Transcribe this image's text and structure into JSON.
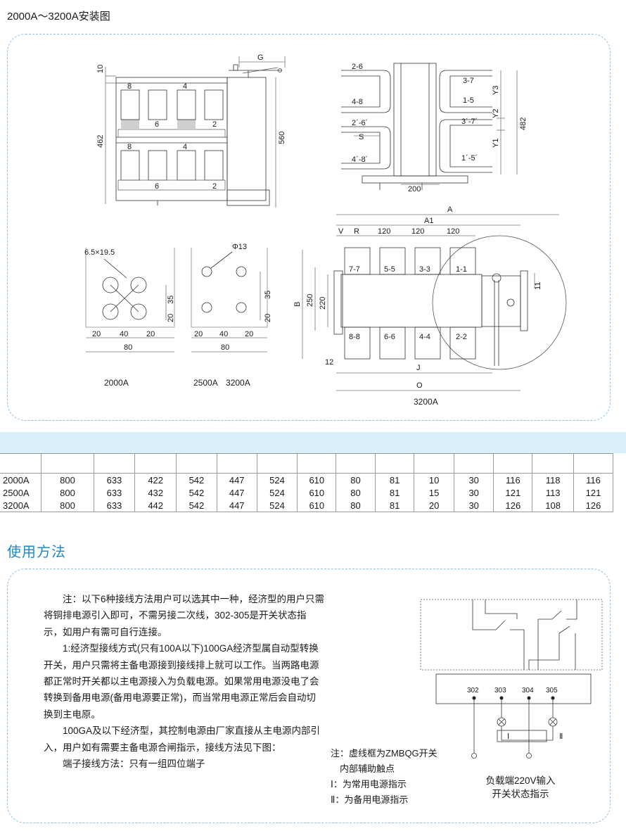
{
  "page_title": "2000A～3200A安装图",
  "drawing": {
    "front_view": {
      "dim_10": "10",
      "dim_462": "462",
      "dim_560": "560",
      "dim_g": "G",
      "upper_labels": [
        "8",
        "4",
        "6",
        "2"
      ],
      "lower_labels": [
        "8",
        "4",
        "6",
        "2"
      ]
    },
    "side_view": {
      "left_labels": [
        "2-6",
        "4-8",
        "2´-6´",
        "S",
        "4´-8´"
      ],
      "right_labels": [
        "3-7",
        "1-5",
        "3´-7´",
        "1´-5´"
      ],
      "dim_y3": "Y3",
      "dim_y2": "Y2",
      "dim_y1": "Y1",
      "dim_482": "482",
      "dim_200": "200"
    },
    "hole_2000": {
      "hole_label": "6.5×19.5",
      "dim_35": "35",
      "dim_20": "20",
      "bottom_dims": [
        "20",
        "40",
        "20"
      ],
      "dim_80": "80",
      "caption": "2000A"
    },
    "hole_2500": {
      "hole_label": "Φ13",
      "dim_35": "35",
      "dim_20": "20",
      "bottom_dims": [
        "20",
        "40",
        "20"
      ],
      "dim_80": "80",
      "caption": "2500A　3200A"
    },
    "plan_3200": {
      "dim_a": "A",
      "dim_a1": "A1",
      "dim_v": "V",
      "dim_r": "R",
      "dim_120": [
        "120",
        "120",
        "120"
      ],
      "top_terminals": [
        "7-7",
        "5-5",
        "3-3",
        "1-1"
      ],
      "bottom_terminals": [
        "8-8",
        "6-6",
        "4-4",
        "2-2"
      ],
      "dim_b": "B",
      "dim_250": "250",
      "dim_220": "220",
      "dim_11": "11",
      "dim_12": "12",
      "dim_j": "J",
      "dim_o": "O",
      "caption": "3200A"
    }
  },
  "table": {
    "header": [
      "",
      "",
      "",
      "",
      "",
      "",
      "",
      "",
      "",
      "",
      "",
      "",
      "",
      "",
      ""
    ],
    "rows": [
      [
        "2000A",
        "800",
        "633",
        "422",
        "542",
        "447",
        "524",
        "610",
        "80",
        "81",
        "10",
        "30",
        "116",
        "118",
        "116"
      ],
      [
        "2500A",
        "800",
        "633",
        "432",
        "542",
        "447",
        "524",
        "610",
        "80",
        "81",
        "15",
        "30",
        "121",
        "113",
        "121"
      ],
      [
        "3200A",
        "800",
        "633",
        "442",
        "542",
        "447",
        "524",
        "610",
        "80",
        "81",
        "20",
        "30",
        "126",
        "108",
        "126"
      ]
    ]
  },
  "usage": {
    "title": "使用方法",
    "paragraphs": [
      "注：以下6种接线方法用户可以选其中一种，经济型的用户只需将铜排电源引入即可，不需另接二次线，302-305是开关状态指示，如用户有需可自行连接。",
      "1:经济型接线方式(只有100A以下)100GA经济型属自动型转换开关，用户只需将主备电源接到接线排上就可以工作。当两路电源都正常时开关都以主电源接入为负载电源。如果常用电源没电了会转换到备用电源(备用电源要正常)，而当常用电源正常后会自动切换到主电原。",
      "100GA及以下经济型，其控制电源由厂家直接从主电源内部引入，用户如有需要主备电源合闸指示，接线方法见下图：",
      "端子接线方法：只有一组四位端子"
    ],
    "notes": [
      "注：虚线框为ZMBQG开关",
      "　内部辅助触点",
      "Ⅰ：为常用电源指示",
      "Ⅱ：为备用电源指示"
    ],
    "terminals": [
      "302",
      "303",
      "304",
      "305"
    ],
    "indicator_labels": [
      "Ⅰ",
      "Ⅱ"
    ],
    "wiring_caption": [
      "负载端220V输入",
      "开关状态指示"
    ]
  }
}
